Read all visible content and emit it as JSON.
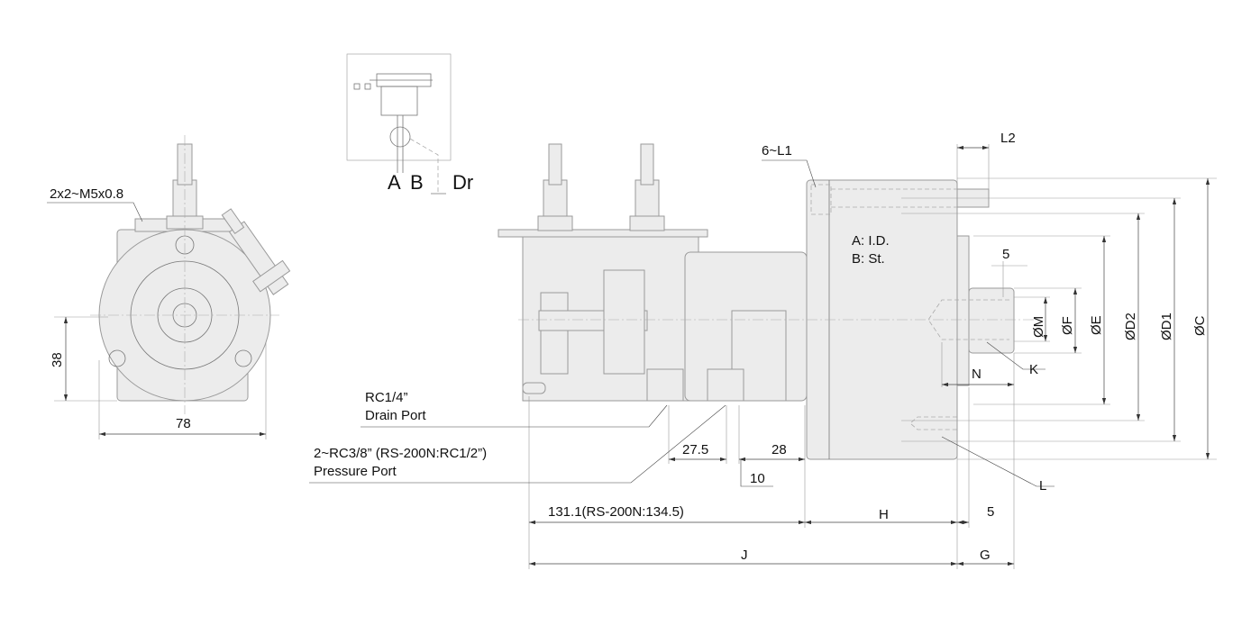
{
  "side_view": {
    "thread_label": "2x2~M5x0.8",
    "dim_height": "38",
    "dim_width": "78"
  },
  "symbol": {
    "port_a": "A",
    "port_b": "B",
    "port_dr": "Dr"
  },
  "ports": {
    "drain_size": "RC1/4”",
    "drain_name": "Drain Port",
    "pressure_size": "2~RC3/8” (RS-200N:RC1/2”)",
    "pressure_name": "Pressure Port"
  },
  "bottom_dims": {
    "d27_5": "27.5",
    "d10": "10",
    "d28": "28",
    "d131": "131.1(RS-200N:134.5)",
    "H": "H",
    "five": "5",
    "J": "J",
    "G": "G"
  },
  "flange": {
    "bolt": "6~L1",
    "L2": "L2",
    "note_a": "A: I.D.",
    "note_b": "B: St.",
    "five": "5",
    "K": "K",
    "N": "N",
    "L": "L"
  },
  "diameters": {
    "M": "ØM",
    "F": "ØF",
    "E": "ØE",
    "D2": "ØD2",
    "D1": "ØD1",
    "C": "ØC"
  }
}
